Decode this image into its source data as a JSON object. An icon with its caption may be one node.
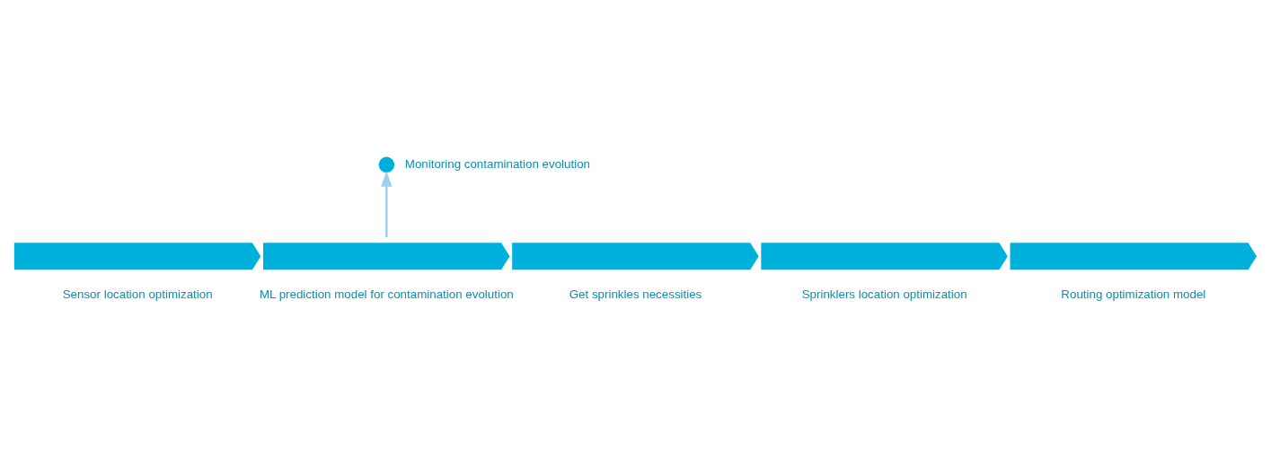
{
  "diagram": {
    "nodes": [
      {
        "text": [],
        "shape": "chevron",
        "beside": [
          "Sensor location optimization"
        ]
      },
      {
        "text": [],
        "shape": "chevron",
        "beside": [
          "ML prediction model for contamination evolution"
        ]
      },
      {
        "text": [],
        "shape": "chevron",
        "beside": [
          "Get sprinkles necessities"
        ]
      },
      {
        "text": [],
        "shape": "chevron",
        "beside": [
          "Sprinklers location optimization"
        ]
      },
      {
        "text": [],
        "shape": "chevron",
        "beside": [
          "Routing optimization model"
        ]
      },
      {
        "text": [],
        "shape": "circle",
        "beside": [
          "Monitoring contamination evolution"
        ]
      }
    ],
    "edges": [
      {
        "from": 1,
        "to": 5,
        "arrow": "to",
        "color": "#9fd0ea"
      }
    ]
  }
}
